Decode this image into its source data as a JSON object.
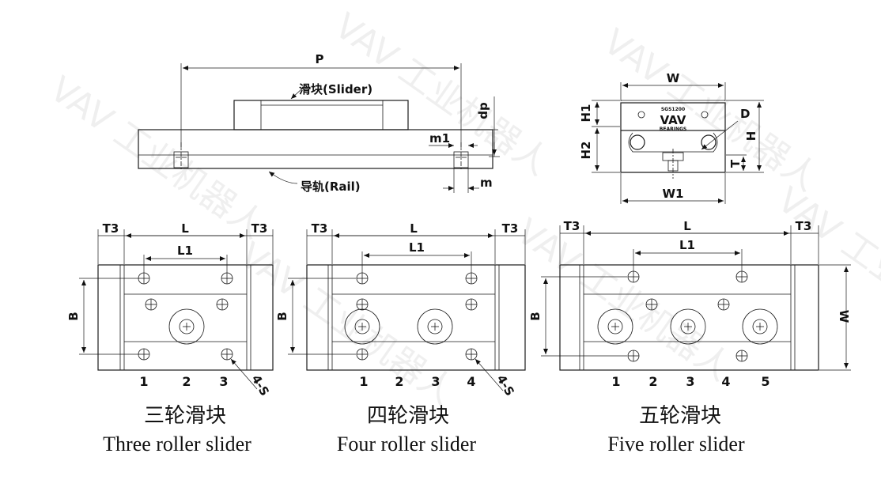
{
  "watermark": {
    "text": "VAV 工业机器人"
  },
  "side_view": {
    "dim_P": "P",
    "slider_label": "滑块(Slider)",
    "rail_label": "导轨(Rail)",
    "dim_dp": "dp",
    "dim_m1": "m1",
    "dim_m": "m"
  },
  "end_view": {
    "dim_W": "W",
    "dim_H1": "H1",
    "dim_H2": "H2",
    "dim_H": "H",
    "dim_D": "D",
    "dim_T": "T",
    "dim_W1": "W1",
    "brand_top": "SGS1200",
    "brand_logo": "VAV",
    "brand_bottom": "BEARINGS"
  },
  "three": {
    "T3_left": "T3",
    "L": "L",
    "T3_right": "T3",
    "L1": "L1",
    "B": "B",
    "numbers": [
      "1",
      "2",
      "3"
    ],
    "screw": "4-S",
    "title_cn": "三轮滑块",
    "title_en": "Three roller slider"
  },
  "four": {
    "T3_left": "T3",
    "L": "L",
    "T3_right": "T3",
    "L1": "L1",
    "B": "B",
    "numbers": [
      "1",
      "2",
      "3",
      "4"
    ],
    "screw": "4-S",
    "title_cn": "四轮滑块",
    "title_en": "Four roller slider"
  },
  "five": {
    "T3_left": "T3",
    "L": "L",
    "T3_right": "T3",
    "L1": "L1",
    "W": "W",
    "numbers": [
      "1",
      "2",
      "3",
      "4",
      "5"
    ],
    "title_cn": "五轮滑块",
    "title_en": "Five roller slider"
  }
}
